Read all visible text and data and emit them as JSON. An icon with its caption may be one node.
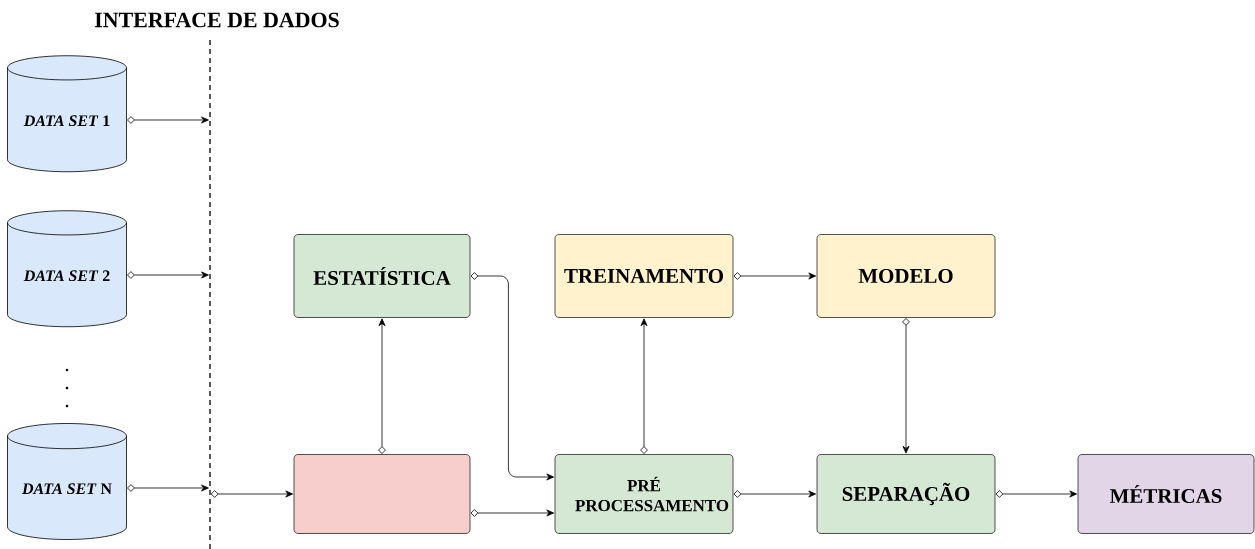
{
  "diagram": {
    "nodes": [
      {
        "text": [
          "*DATA SET* 1"
        ]
      },
      {
        "text": [
          "*DATA SET* 2"
        ]
      },
      {
        "text": [
          "*DATA SET* N"
        ]
      },
      {
        "text": [
          "INTERFACE DE DADOS"
        ]
      },
      {
        "text": [
          "ESTATÍSTICA"
        ]
      },
      {
        "text": [
          "TREINAMENTO"
        ]
      },
      {
        "text": [
          "MODELO"
        ]
      },
      {
        "text": [],
        "shape": "box"
      },
      {
        "text": [
          "PRÉ PROCESSAMENTO"
        ]
      },
      {
        "text": [
          "SEPARAÇÃO"
        ]
      },
      {
        "text": [
          "MÉTRICAS"
        ]
      }
    ],
    "edges": [
      {
        "from": 0,
        "to": 3,
        "arrow": "to"
      },
      {
        "from": 1,
        "to": 3,
        "arrow": "to"
      },
      {
        "from": 2,
        "to": 3,
        "arrow": "to"
      },
      {
        "from": 3,
        "to": 7,
        "arrow": "to"
      },
      {
        "from": 7,
        "to": 4,
        "arrow": "to"
      },
      {
        "from": 7,
        "to": 8,
        "arrow": "to"
      },
      {
        "from": 4,
        "to": 8,
        "arrow": "to"
      },
      {
        "from": 8,
        "to": 5,
        "arrow": "to"
      },
      {
        "from": 5,
        "to": 6,
        "arrow": "to"
      },
      {
        "from": 6,
        "to": 9,
        "arrow": "to"
      },
      {
        "from": 8,
        "to": 9,
        "arrow": "to"
      },
      {
        "from": 9,
        "to": 10,
        "arrow": "to"
      }
    ]
  }
}
